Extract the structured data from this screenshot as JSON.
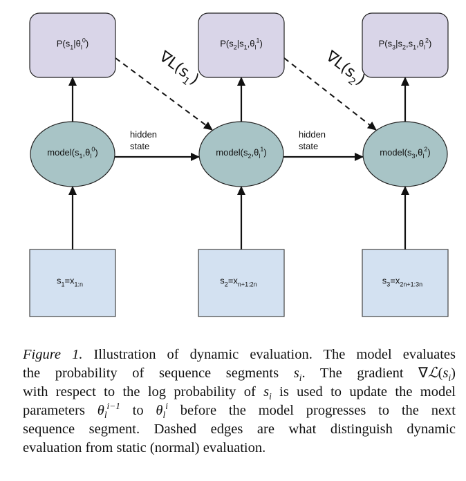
{
  "figure": {
    "top_nodes": [
      {
        "label": "P(s",
        "parts": [
          [
            "P(s",
            ""
          ],
          [
            "1",
            "sub"
          ],
          [
            "|θ",
            ""
          ],
          [
            "l",
            "sub"
          ],
          [
            "0",
            "sup"
          ],
          [
            ")",
            ""
          ]
        ]
      },
      {
        "label": "P(s2|s1,θl1)",
        "parts": [
          [
            "P(s",
            ""
          ],
          [
            "2",
            "sub"
          ],
          [
            "|s",
            ""
          ],
          [
            "1",
            "sub"
          ],
          [
            ",θ",
            ""
          ],
          [
            "l",
            "sub"
          ],
          [
            "1",
            "sup"
          ],
          [
            ")",
            ""
          ]
        ]
      },
      {
        "label": "P(s3|s2,s1,θl2)",
        "parts": [
          [
            "P(s",
            ""
          ],
          [
            "3",
            "sub"
          ],
          [
            "|s",
            ""
          ],
          [
            "2",
            "sub"
          ],
          [
            ",s",
            ""
          ],
          [
            "1",
            "sub"
          ],
          [
            ",θ",
            ""
          ],
          [
            "l",
            "sub"
          ],
          [
            "2",
            "sup"
          ],
          [
            ")",
            ""
          ]
        ]
      }
    ],
    "model_nodes": [
      {
        "label": "model(s1,θl0)",
        "parts": [
          [
            "model(s",
            ""
          ],
          [
            "1",
            "sub"
          ],
          [
            ",θ",
            ""
          ],
          [
            "l",
            "sub"
          ],
          [
            "0",
            "sup"
          ],
          [
            ")",
            ""
          ]
        ]
      },
      {
        "label": "model(s2,θl1)",
        "parts": [
          [
            "model(s",
            ""
          ],
          [
            "2",
            "sub"
          ],
          [
            ",θ",
            ""
          ],
          [
            "l",
            "sub"
          ],
          [
            "1",
            "sup"
          ],
          [
            ")",
            ""
          ]
        ]
      },
      {
        "label": "model(s3,θl2)",
        "parts": [
          [
            "model(s",
            ""
          ],
          [
            "3",
            "sub"
          ],
          [
            ",θ",
            ""
          ],
          [
            "l",
            "sub"
          ],
          [
            "2",
            "sup"
          ],
          [
            ")",
            ""
          ]
        ]
      }
    ],
    "input_nodes": [
      {
        "label": "s1=x1:n",
        "parts": [
          [
            "s",
            ""
          ],
          [
            "1",
            "sub"
          ],
          [
            "=x",
            ""
          ],
          [
            "1:n",
            "sub"
          ]
        ]
      },
      {
        "label": "s2=xn+1:2n",
        "parts": [
          [
            "s",
            ""
          ],
          [
            "2",
            "sub"
          ],
          [
            "=x",
            ""
          ],
          [
            "n+1:2n",
            "sub"
          ]
        ]
      },
      {
        "label": "s3=x2n+1:3n",
        "parts": [
          [
            "s",
            ""
          ],
          [
            "3",
            "sub"
          ],
          [
            "=x",
            ""
          ],
          [
            "2n+1:3n",
            "sub"
          ]
        ]
      }
    ],
    "hidden_state_labels": [
      {
        "line1": "hidden",
        "line2": "state"
      },
      {
        "line1": "hidden",
        "line2": "state"
      }
    ],
    "gradient_labels": [
      {
        "prefix": "∇L(s",
        "sub": "1",
        "suffix": ")"
      },
      {
        "prefix": "∇L(s",
        "sub": "2",
        "suffix": ")"
      }
    ],
    "colors": {
      "top_node_fill": "#d9d5e8",
      "model_node_fill": "#a8c4c6",
      "input_node_fill": "#d3e1f1",
      "stroke": "#222222"
    }
  },
  "caption": {
    "figure_label": "Figure 1.",
    "lines": [
      [
        [
          "Illustration of dynamic evaluation. The model evaluates",
          "text"
        ]
      ],
      [
        [
          "the probability of sequence segments ",
          "text"
        ],
        [
          "s",
          "math"
        ],
        [
          "i",
          "mathsub"
        ],
        [
          ".  The gradient ∇",
          "text"
        ],
        [
          "ℒ",
          "math"
        ],
        [
          "(",
          "text"
        ],
        [
          "s",
          "math"
        ],
        [
          "i",
          "mathsub"
        ],
        [
          ")",
          "text"
        ]
      ],
      [
        [
          "with respect to the log probability of ",
          "text"
        ],
        [
          "s",
          "math"
        ],
        [
          "i",
          "mathsub"
        ],
        [
          " is used to update the model",
          "text"
        ]
      ],
      [
        [
          "parameters ",
          "text"
        ],
        [
          "θ",
          "math"
        ],
        [
          "l",
          "mathsub"
        ],
        [
          "i−1",
          "mathsup"
        ],
        [
          " to ",
          "text"
        ],
        [
          "θ",
          "math"
        ],
        [
          "l",
          "mathsub"
        ],
        [
          "i",
          "mathsup"
        ],
        [
          " before the model progresses to the next",
          "text"
        ]
      ],
      [
        [
          "sequence segment. Dashed edges are what distinguish dynamic",
          "text"
        ]
      ],
      [
        [
          "evaluation from static (normal) evaluation.",
          "text"
        ]
      ]
    ]
  }
}
